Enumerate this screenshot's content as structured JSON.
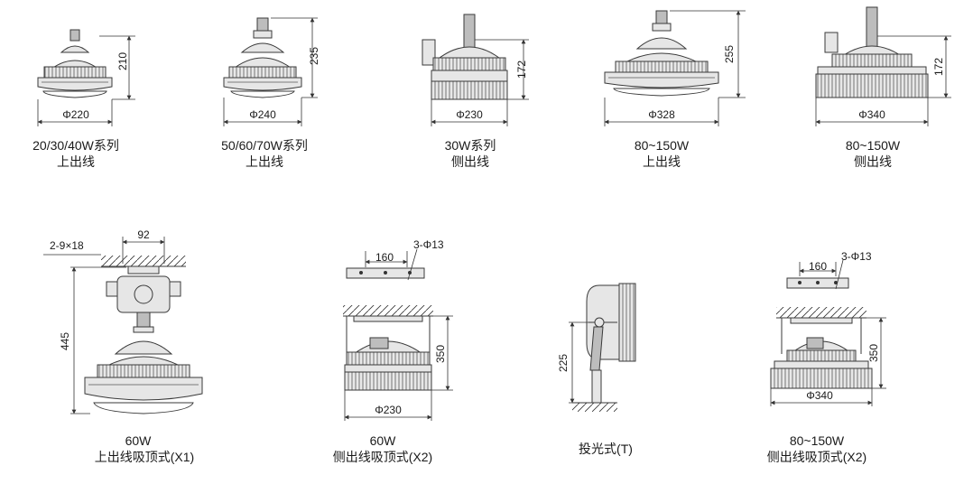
{
  "products": [
    {
      "line1": "20/30/40W系列",
      "line2": "上出线",
      "dims": [
        "210",
        "Φ220"
      ]
    },
    {
      "line1": "50/60/70W系列",
      "line2": "上出线",
      "dims": [
        "235",
        "Φ240"
      ]
    },
    {
      "line1": "30W系列",
      "line2": "侧出线",
      "dims": [
        "172",
        "Φ230"
      ]
    },
    {
      "line1": "80~150W",
      "line2": "上出线",
      "dims": [
        "255",
        "Φ328"
      ]
    },
    {
      "line1": "80~150W",
      "line2": "侧出线",
      "dims": [
        "172",
        "Φ340"
      ]
    },
    {
      "line1": "60W",
      "line2": "上出线吸顶式(X1)",
      "dims": [
        "2-9×18",
        "92",
        "445"
      ]
    },
    {
      "line1": "60W",
      "line2": "侧出线吸顶式(X2)",
      "dims": [
        "160",
        "3-Φ13",
        "350",
        "Φ230"
      ]
    },
    {
      "line1": "",
      "line2": "投光式(T)",
      "dims": [
        "225"
      ]
    },
    {
      "line1": "80~150W",
      "line2": "侧出线吸顶式(X2)",
      "dims": [
        "160",
        "3-Φ13",
        "350",
        "Φ340"
      ]
    }
  ]
}
